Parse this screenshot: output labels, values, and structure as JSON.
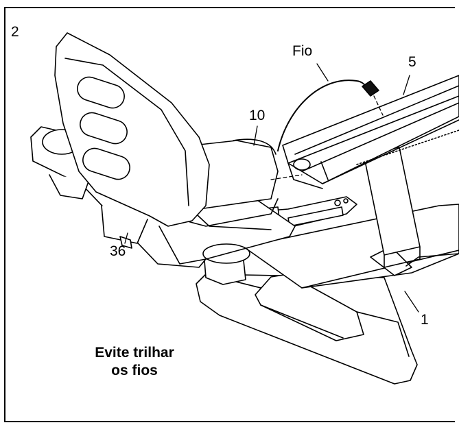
{
  "step_number": "2",
  "callouts": {
    "wire": "Fio",
    "part_5": "5",
    "part_10": "10",
    "part_36": "36",
    "part_1": "1"
  },
  "warning": {
    "line1": "Evite trilhar",
    "line2": "os fios"
  }
}
